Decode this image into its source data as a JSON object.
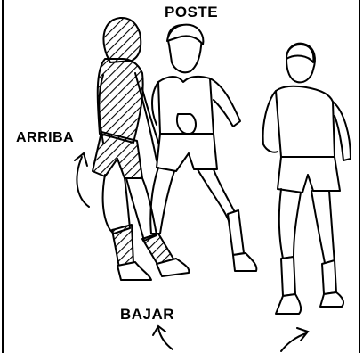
{
  "labels": {
    "poste": "POSTE",
    "arriba": "ARRIBA",
    "bajar": "BAJAR"
  },
  "figures": [
    {
      "name": "defender-figure-hatched",
      "style": "hatched"
    },
    {
      "name": "post-player-figure",
      "style": "outline"
    },
    {
      "name": "offensive-player-figure",
      "style": "outline"
    }
  ],
  "arrows": [
    "arriba-arrow-icon",
    "bajar-arrow-icon",
    "lower-right-arrow-icon"
  ],
  "colors": {
    "ink": "#000000",
    "paper": "#ffffff"
  }
}
